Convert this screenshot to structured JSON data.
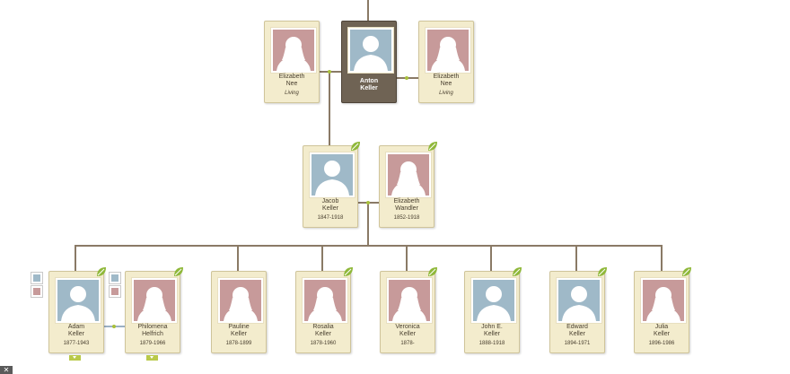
{
  "colors": {
    "card_bg": "#f3eccd",
    "card_selected_bg": "#6f6354",
    "male_photo": "#9fb9c8",
    "female_photo": "#c79a9a",
    "connector": "#8a7a66",
    "leaf_hint": "#8fb83a"
  },
  "people": {
    "elizabeth_nee_1": {
      "name1": "Elizabeth",
      "name2": "Nee",
      "dates": "Living",
      "gender": "female"
    },
    "anton_keller": {
      "name1": "Anton",
      "name2": "Keller",
      "dates": "",
      "gender": "male"
    },
    "elizabeth_nee_2": {
      "name1": "Elizabeth",
      "name2": "Nee",
      "dates": "Living",
      "gender": "female"
    },
    "jacob_keller": {
      "name1": "Jacob",
      "name2": "Keller",
      "dates": "1847-1918",
      "gender": "male"
    },
    "elizabeth_wandler": {
      "name1": "Elizabeth",
      "name2": "Wandler",
      "dates": "1852-1918",
      "gender": "female"
    },
    "adam_keller": {
      "name1": "Adam",
      "name2": "Keller",
      "dates": "1877-1943",
      "gender": "male"
    },
    "philomena_helfrich": {
      "name1": "Philomena",
      "name2": "Helfrich",
      "dates": "1879-1966",
      "gender": "female"
    },
    "pauline_keller": {
      "name1": "Pauline",
      "name2": "Keller",
      "dates": "1878-1899",
      "gender": "female"
    },
    "rosalia_keller": {
      "name1": "Rosalia",
      "name2": "Keller",
      "dates": "1878-1960",
      "gender": "female"
    },
    "veronica_keller": {
      "name1": "Veronica",
      "name2": "Keller",
      "dates": "1878-",
      "gender": "female"
    },
    "john_keller": {
      "name1": "John E.",
      "name2": "Keller",
      "dates": "1888-1918",
      "gender": "male"
    },
    "edward_keller": {
      "name1": "Edward",
      "name2": "Keller",
      "dates": "1894-1971",
      "gender": "male"
    },
    "julia_keller": {
      "name1": "Julia",
      "name2": "Keller",
      "dates": "1896-1986",
      "gender": "female"
    }
  },
  "icons": {
    "leaf": "hint-leaf-icon",
    "expand": "chevron-down-icon",
    "male_silhouette": "male-silhouette-icon",
    "female_silhouette": "female-silhouette-icon"
  }
}
